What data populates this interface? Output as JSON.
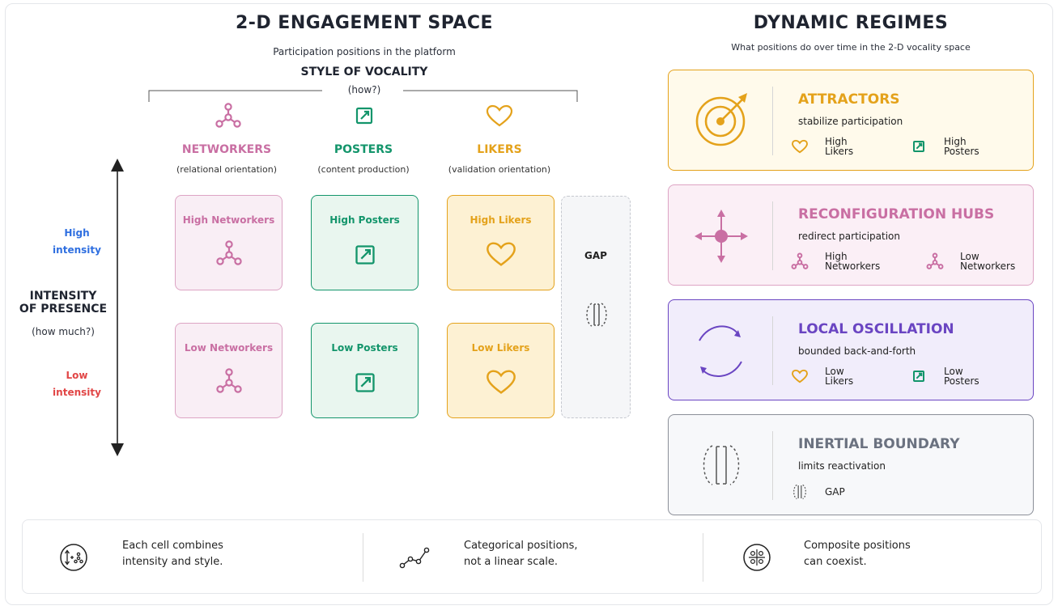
{
  "left": {
    "title": "2-D ENGAGEMENT SPACE",
    "subtitle": "Participation positions in the platform",
    "style_label": "STYLE OF VOCALITY",
    "style_q": "(how?)",
    "columns": [
      {
        "name": "NETWORKERS",
        "orientation": "(relational orientation)",
        "color": "#c96fa3"
      },
      {
        "name": "POSTERS",
        "orientation": "(content production)",
        "color": "#13956b"
      },
      {
        "name": "LIKERS",
        "orientation": "(validation orientation)",
        "color": "#e4a21b"
      }
    ],
    "intensity_label_1": "INTENSITY",
    "intensity_label_2": "OF PRESENCE",
    "intensity_q": "(how much?)",
    "high_1": "High",
    "high_2": "intensity",
    "low_1": "Low",
    "low_2": "intensity",
    "cells": {
      "high_networkers": "High Networkers",
      "high_posters": "High Posters",
      "high_likers": "High Likers",
      "low_networkers": "Low Networkers",
      "low_posters": "Low Posters",
      "low_likers": "Low Likers"
    },
    "gap": "GAP"
  },
  "right": {
    "title": "DYNAMIC REGIMES",
    "subtitle": "What positions do over time in the 2-D vocality space",
    "cards": [
      {
        "title": "ATTRACTORS",
        "desc": "stabilize participation",
        "item1_a": "High",
        "item1_b": "Likers",
        "item2_a": "High",
        "item2_b": "Posters",
        "color": "#e4a21b"
      },
      {
        "title": "RECONFIGURATION HUBS",
        "desc": "redirect participation",
        "item1_a": "High",
        "item1_b": "Networkers",
        "item2_a": "Low",
        "item2_b": "Networkers",
        "color": "#c96fa3"
      },
      {
        "title": "LOCAL OSCILLATION",
        "desc": "bounded back-and-forth",
        "item1_a": "Low",
        "item1_b": "Likers",
        "item2_a": "Low",
        "item2_b": "Posters",
        "color": "#6a45c2"
      },
      {
        "title": "INERTIAL BOUNDARY",
        "desc": "limits reactivation",
        "item1": "GAP",
        "color": "#6b7280"
      }
    ]
  },
  "footer": {
    "note1_a": "Each cell combines",
    "note1_b": "intensity and style.",
    "note2_a": "Categorical positions,",
    "note2_b": "not a linear scale.",
    "note3_a": "Composite positions",
    "note3_b": "can coexist."
  }
}
